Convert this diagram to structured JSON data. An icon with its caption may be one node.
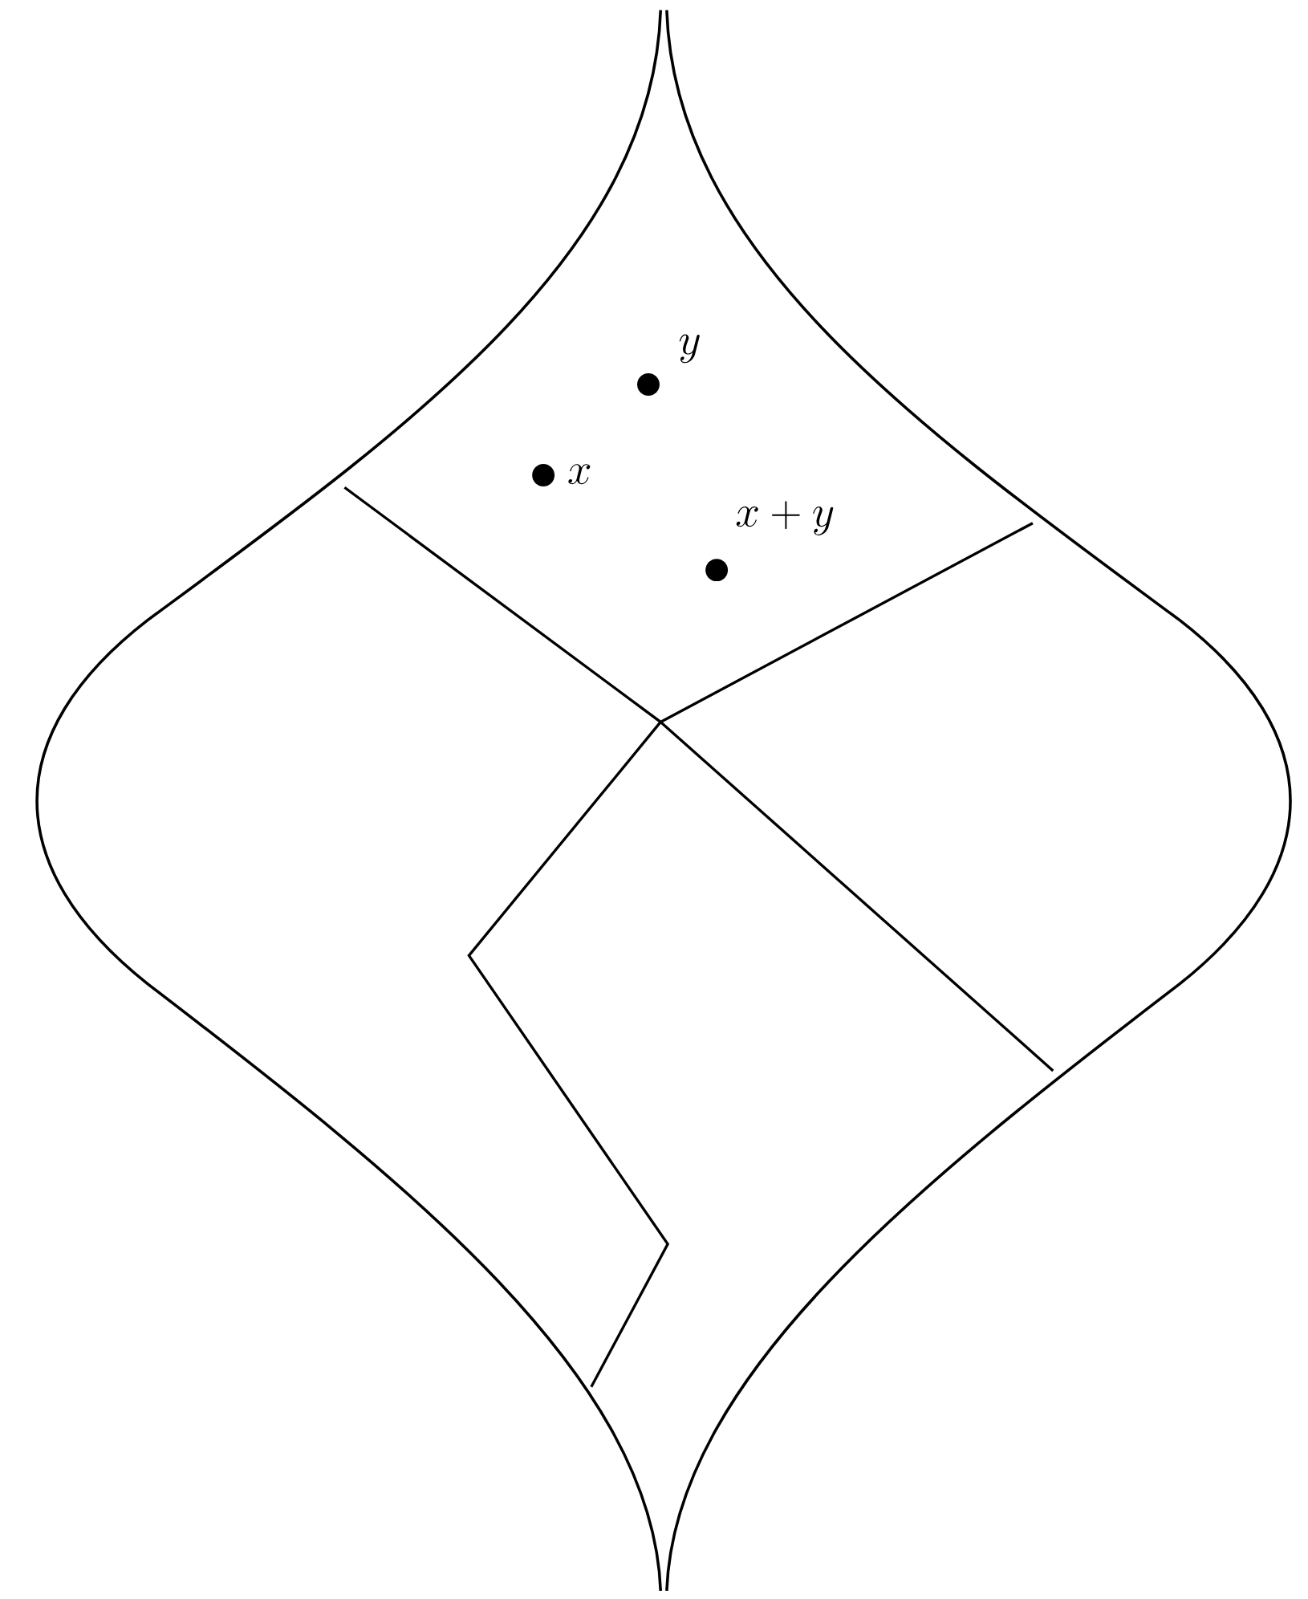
{
  "diagram": {
    "labels": [
      "y",
      "x",
      "x+y"
    ]
  }
}
